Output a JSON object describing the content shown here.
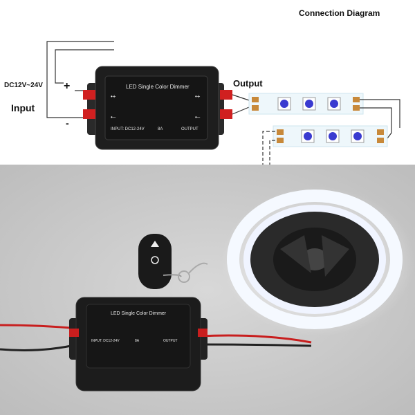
{
  "diagram": {
    "title": "Connection Diagram",
    "voltage_label": "DC12V~24V",
    "input_label": "Input",
    "plus_sign": "+",
    "minus_sign": "-",
    "output_label": "Output",
    "device_title": "LED Single Color Dimmer",
    "device_input_text": "INPUT: DC12-24V",
    "device_amp_text": "8A",
    "device_output_text": "OUTPUT"
  },
  "photo": {
    "device_title": "LED Single Color Dimmer",
    "device_input_text": "INPUT: DC12-24V",
    "device_amp_text": "8A",
    "device_output_text": "OUTPUT"
  },
  "colors": {
    "photo_background": "#c9c9c9",
    "device_body": "#1c1c1c",
    "wire_red": "#c81e1e",
    "led_chip": "#3a3ad0",
    "strip_white": "#eef7fb"
  }
}
